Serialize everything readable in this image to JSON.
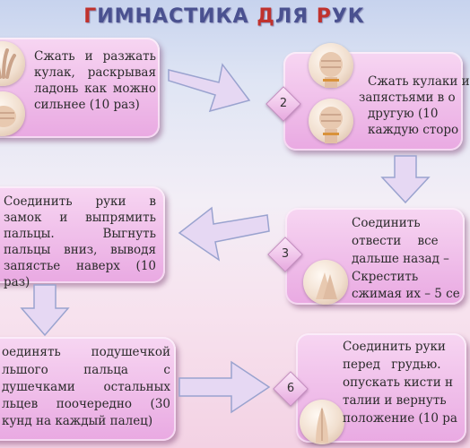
{
  "title": {
    "part1": "Г",
    "part2": "ИМНАСТИКА ",
    "part3": "Д",
    "part4": "ЛЯ ",
    "part5": "Р",
    "part6": "УК"
  },
  "steps": [
    {
      "id": "1",
      "text": "Сжать и разжать кулак, раскрывая ладонь как можно сильнее (10 раз)"
    },
    {
      "id": "2",
      "number": "2",
      "text1": "Сжать кулаки и",
      "text2": "запястьями в о",
      "text3": "другую (10",
      "text4": "каждую сторо"
    },
    {
      "id": "3",
      "number": "3",
      "text1": "Соединить",
      "text2": "отвести все",
      "text3": "дальше назад –",
      "text4": "Скрестить",
      "text5": "сжимая их – 5 се"
    },
    {
      "id": "4",
      "text": "Соединить руки в замок и выпрямить пальцы. Выгнуть пальцы вниз, выводя запястье наверх (10 раз)"
    },
    {
      "id": "5",
      "text1": "оединять подушечкой",
      "text2": "льшого пальца с",
      "text3": "душечками остальных",
      "text4": "льцев поочередно (30",
      "text5": "кунд на каждый палец)"
    },
    {
      "id": "6",
      "number": "6",
      "text1": "Соединить руки",
      "text2": "перед грудью.",
      "text3": "опускать кисти н",
      "text4": "талии и вернуть",
      "text5": "положение (10 ра"
    }
  ],
  "colors": {
    "card": "#e9a9e2",
    "title": "#4a5190",
    "title_accent": "#c0322d",
    "arrow": "#e6d8f3"
  }
}
